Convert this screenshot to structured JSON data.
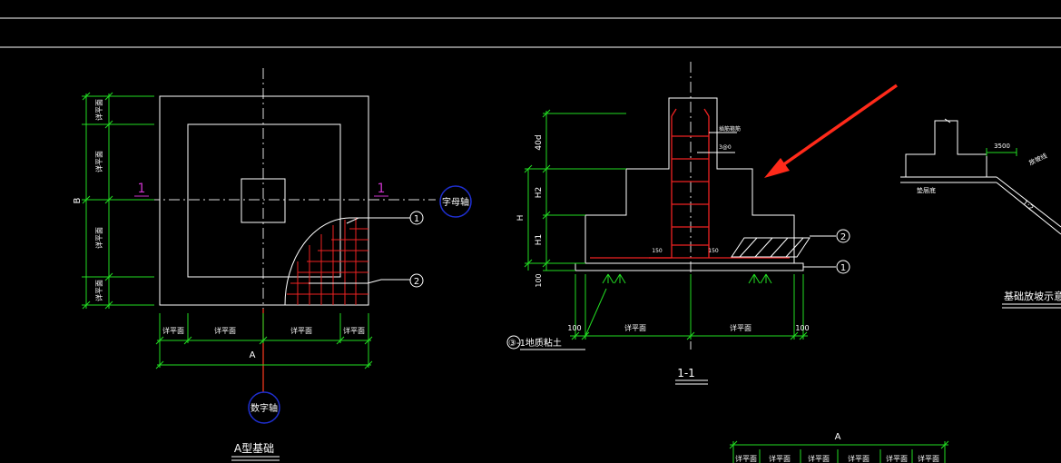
{
  "colors": {
    "background": "#000000",
    "line_white": "#ffffff",
    "dim_green": "#22dd22",
    "rebar_red": "#ee2222",
    "axis_red": "#ff3b1f",
    "bubble_blue": "#1f2fd0",
    "magenta": "#cc33cc",
    "arrow_red": "#ff2a1a"
  },
  "plan": {
    "dim_label_B": "B",
    "dim_label_A": "A",
    "left_dims": [
      "详平面",
      "详平面",
      "详平面",
      "详平面"
    ],
    "bottom_dims": [
      "详平面",
      "详平面",
      "详平面",
      "详平面"
    ],
    "section_mark_left": "1",
    "section_mark_right": "1",
    "axis_bubble_right": "字母轴",
    "axis_bubble_bottom": "数字轴",
    "callout_1": "1",
    "callout_2": "2",
    "title": "A型基础"
  },
  "section": {
    "dim_40d": "40d",
    "dim_H": "H",
    "dim_H2": "H2",
    "dim_H1": "H1",
    "dim_100_left": "100",
    "dim_150_a": "150",
    "dim_150_b": "150",
    "label_tie": "插筋箍筋",
    "label_small": "3@0",
    "callout_1": "1",
    "callout_2": "2",
    "bottom_100_left": "100",
    "bottom_100_right": "100",
    "bottom_dims": [
      "详平面",
      "详平面"
    ],
    "soil_note": "③-1地质粘土",
    "title": "1-1"
  },
  "slope_detail": {
    "dim_3500": "3500",
    "label_slope": "放坡线",
    "label_cushion": "垫层底",
    "ratio": "1:2",
    "title": "基础放坡示意"
  },
  "bottom_partial": {
    "dim_A": "A",
    "dims": [
      "详平面",
      "详平面",
      "详平面",
      "详平面",
      "详平面",
      "详平面"
    ]
  }
}
